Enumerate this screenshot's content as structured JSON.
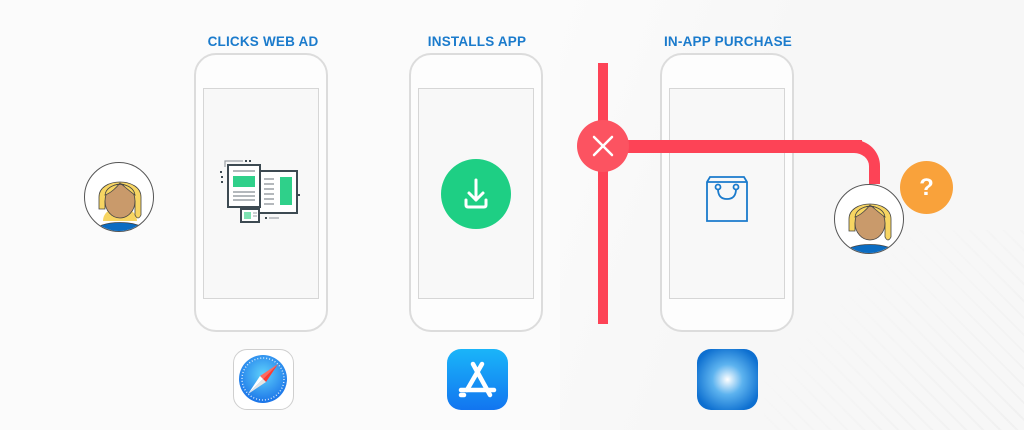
{
  "steps": [
    {
      "label": "CLICKS WEB AD",
      "screen_icon": "web-ad-documents-icon",
      "app_icon": "safari-icon"
    },
    {
      "label": "INSTALLS APP",
      "screen_icon": "download-icon",
      "app_icon": "app-store-icon"
    },
    {
      "label": "IN-APP PURCHASE",
      "screen_icon": "shopping-bag-icon",
      "app_icon": "blue-gradient-app-icon"
    }
  ],
  "flow": {
    "block_marker": "close-icon",
    "unknown_marker": "?",
    "start_user": "user-avatar",
    "end_user": "user-avatar"
  },
  "colors": {
    "label_blue": "#1b7bcc",
    "flow_red": "#fd4356",
    "download_green": "#1ecf84",
    "bag_blue": "#1b7bcc",
    "question_orange": "#f9a23b",
    "avatar_hair": "#f7d562",
    "avatar_skin": "#c99a6b",
    "avatar_shirt": "#0b6cc2"
  }
}
